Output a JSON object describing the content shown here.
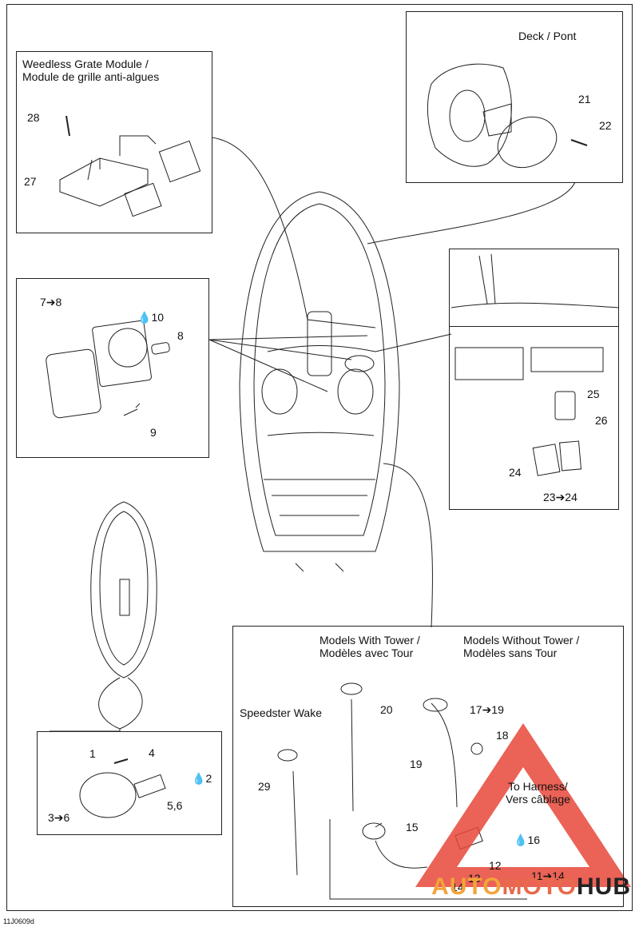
{
  "doc_code": "11J0609d",
  "callouts": {
    "weedless_title_en": "Weedless Grate Module /",
    "weedless_title_fr": "Module de grille anti-algues",
    "deck_pont": "Deck / Pont",
    "models_with_tower_en": "Models With Tower /",
    "models_with_tower_fr": "Modèles avec Tour",
    "models_without_tower_en": "Models Without Tower /",
    "models_without_tower_fr": "Modèles sans Tour",
    "speedster_wake": "Speedster Wake",
    "to_harness_en": "To Harness/",
    "to_harness_fr": "Vers câblage"
  },
  "part_labels": {
    "p28": "28",
    "p27": "27",
    "p21": "21",
    "p22": "22",
    "p7_8": "7➔8",
    "p10": "10",
    "p8": "8",
    "p9": "9",
    "p25": "25",
    "p26": "26",
    "p24": "24",
    "p23_24": "23➔24",
    "p1": "1",
    "p4": "4",
    "p2": "2",
    "p5_6": "5,6",
    "p3_6": "3➔6",
    "p20": "20",
    "p17_19": "17➔19",
    "p18": "18",
    "p19": "19",
    "p29": "29",
    "p15": "15",
    "p16": "16",
    "p12": "12",
    "p13": "13",
    "p14": "14",
    "p11_14": "11➔14"
  },
  "icons": {
    "drop": "drop-icon",
    "arrow": "arrow-right-icon"
  },
  "watermark": {
    "part1": "AUTO",
    "part2": "MOTO",
    "part3": "HUB"
  },
  "colors": {
    "watermark_red": "#e8473a",
    "watermark_orange": "#f2a43a",
    "line": "#222222"
  }
}
